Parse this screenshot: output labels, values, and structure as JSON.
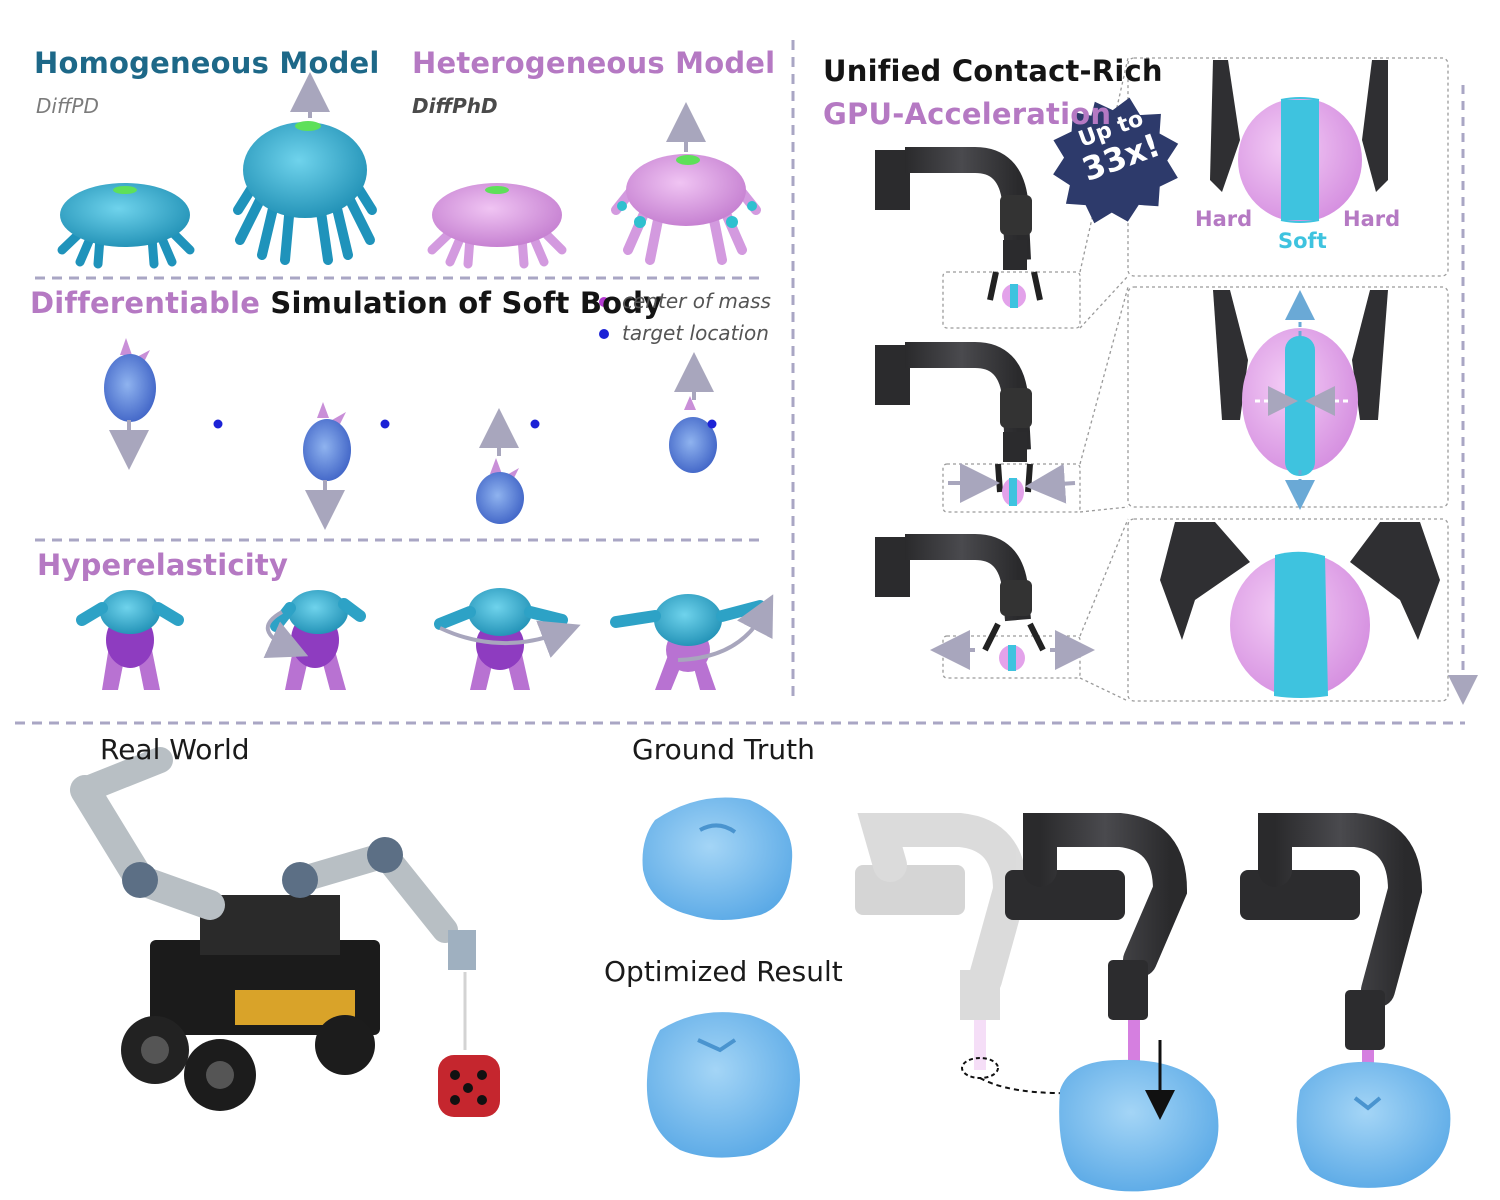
{
  "colors": {
    "teal_title": "#1d6888",
    "purple_title": "#b579c3",
    "soft_blue": "#3ec3df",
    "hard_pink": "#e3a2ea",
    "badge": "#2d3a6b",
    "divider": "#a9a6c4"
  },
  "top_left": {
    "homogeneous": {
      "title": "Homogeneous Model",
      "method": "DiffPD"
    },
    "heterogeneous": {
      "title": "Heterogeneous Model",
      "method": "DiffPhD"
    }
  },
  "diff_sim": {
    "title_part1": "Differentiable",
    "title_part2": " Simulation of Soft Body",
    "legend": [
      {
        "label": "center of mass"
      },
      {
        "label": "target location"
      }
    ]
  },
  "hyper": {
    "title": "Hyperelasticity"
  },
  "right_panel": {
    "title_line1": "Unified Contact-Rich",
    "title_line2": "GPU-Acceleration",
    "badge_line1": "Up to",
    "badge_line2": "33x!",
    "labels": {
      "hard_left": "Hard",
      "soft": "Soft",
      "hard_right": "Hard"
    }
  },
  "bottom": {
    "real_world": "Real World",
    "ground_truth": "Ground Truth",
    "optimized": "Optimized Result"
  }
}
